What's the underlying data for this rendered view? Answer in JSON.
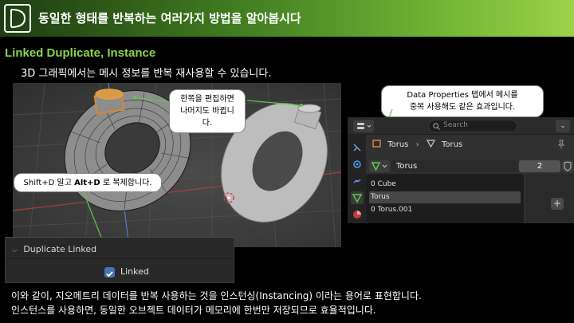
{
  "header": {
    "title": "동일한 형태를 반복하는 여러가지 방법을 알아봅시다"
  },
  "section": {
    "title": "Linked Duplicate, Instance",
    "subtitle": "3D 그래픽에서는 메시 정보를 반복 재사용할 수 있습니다."
  },
  "callouts": {
    "edit_line1": "한쪽을 편집하면",
    "edit_line2": "나머지도 바뀝니다.",
    "data_line1": "Data Properties 탭에서 메시를",
    "data_line2": "중복 사용해도 같은 효과입니다.",
    "shortcut_pre": "Shift+D 말고 ",
    "shortcut_bold": "Alt+D",
    "shortcut_post": " 로 복제합니다."
  },
  "duplicate_panel": {
    "header": "Duplicate Linked",
    "checkbox_label": "Linked",
    "checked": true
  },
  "properties": {
    "search_placeholder": "Search",
    "breadcrumb_object": "Torus",
    "breadcrumb_mesh": "Torus",
    "mesh_name": "Torus",
    "user_count": "2",
    "mesh_list": [
      "0 Cube",
      "Torus",
      "0 Torus.001"
    ],
    "selected_mesh_index": 1
  },
  "body": {
    "line1": "이와 같이, 지오메트리 데이터를 반복 사용하는 것을 인스턴싱(Instancing) 이라는 용어로 표현합니다.",
    "line2": "인스턴스를 사용하면, 동일한 오브젝트 데이터가 메모리에 한번만 저장되므로 효율적입니다."
  },
  "colors": {
    "accent_green": "#8bd34a",
    "selection_blue": "#4772b3",
    "mesh_green": "#5ec94a"
  }
}
